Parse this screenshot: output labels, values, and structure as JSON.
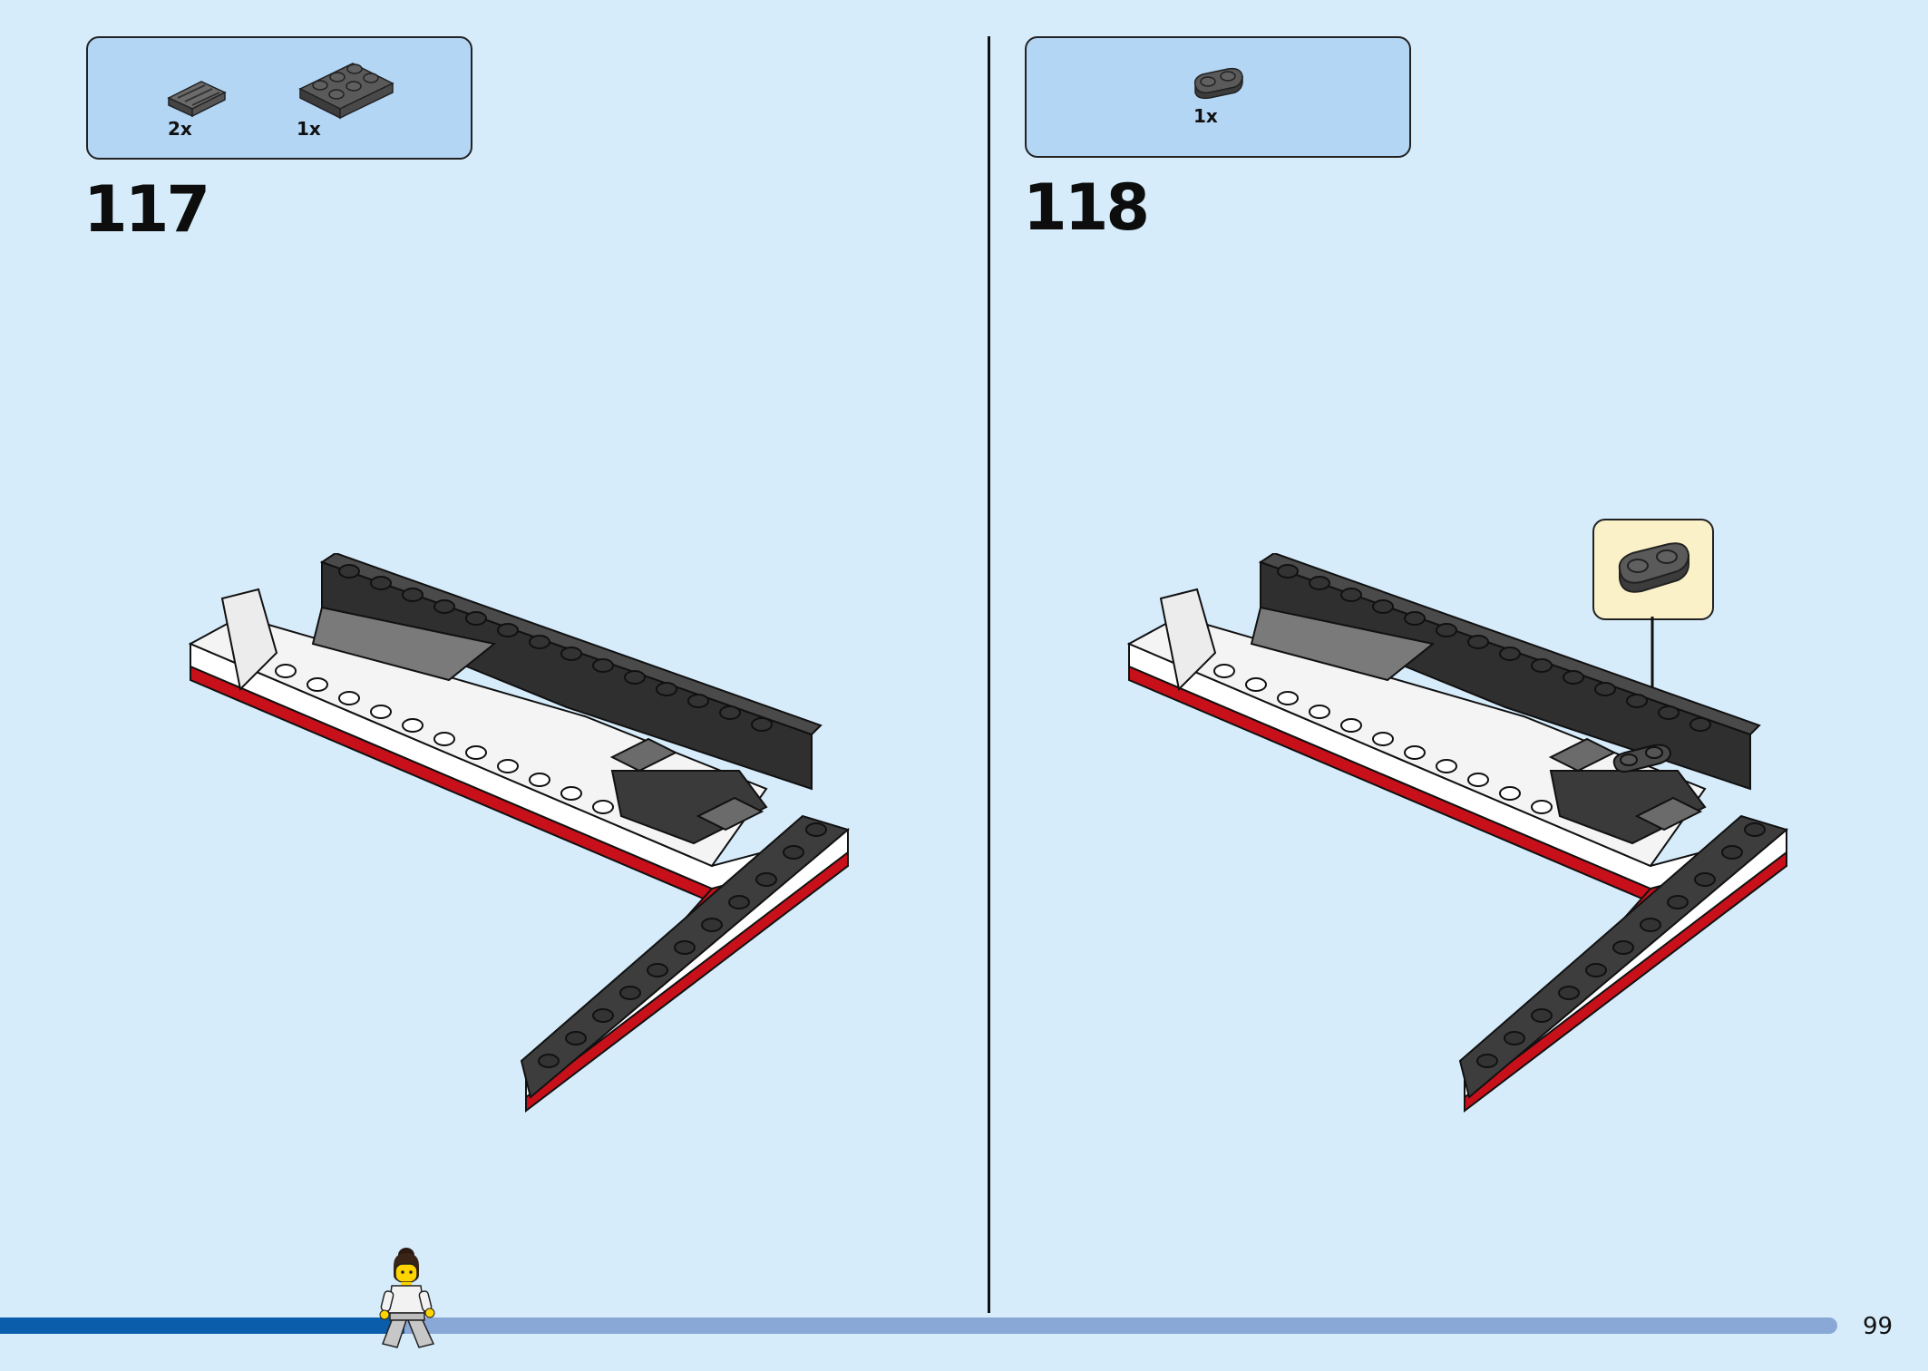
{
  "steps": [
    {
      "number": "117",
      "parts": [
        {
          "qty": "2x",
          "icon": "tile-grille-1x2-dark-gray-icon"
        },
        {
          "qty": "1x",
          "icon": "plate-2x3-dark-gray-icon"
        }
      ]
    },
    {
      "number": "118",
      "parts": [
        {
          "qty": "1x",
          "icon": "plate-1x2-rounded-dark-gray-icon"
        }
      ]
    }
  ],
  "colors": {
    "background": "#d6ecfb",
    "parts_box": "#b3d6f5",
    "callout": "#fbf1c8",
    "progress_fill": "#0a5dab",
    "progress_track": "#89a8d6",
    "brick_dark": "#3a3a3a",
    "brick_white": "#ffffff",
    "brick_red": "#c8101a"
  },
  "progress": {
    "fraction": 0.22
  },
  "page": {
    "number": "99"
  }
}
